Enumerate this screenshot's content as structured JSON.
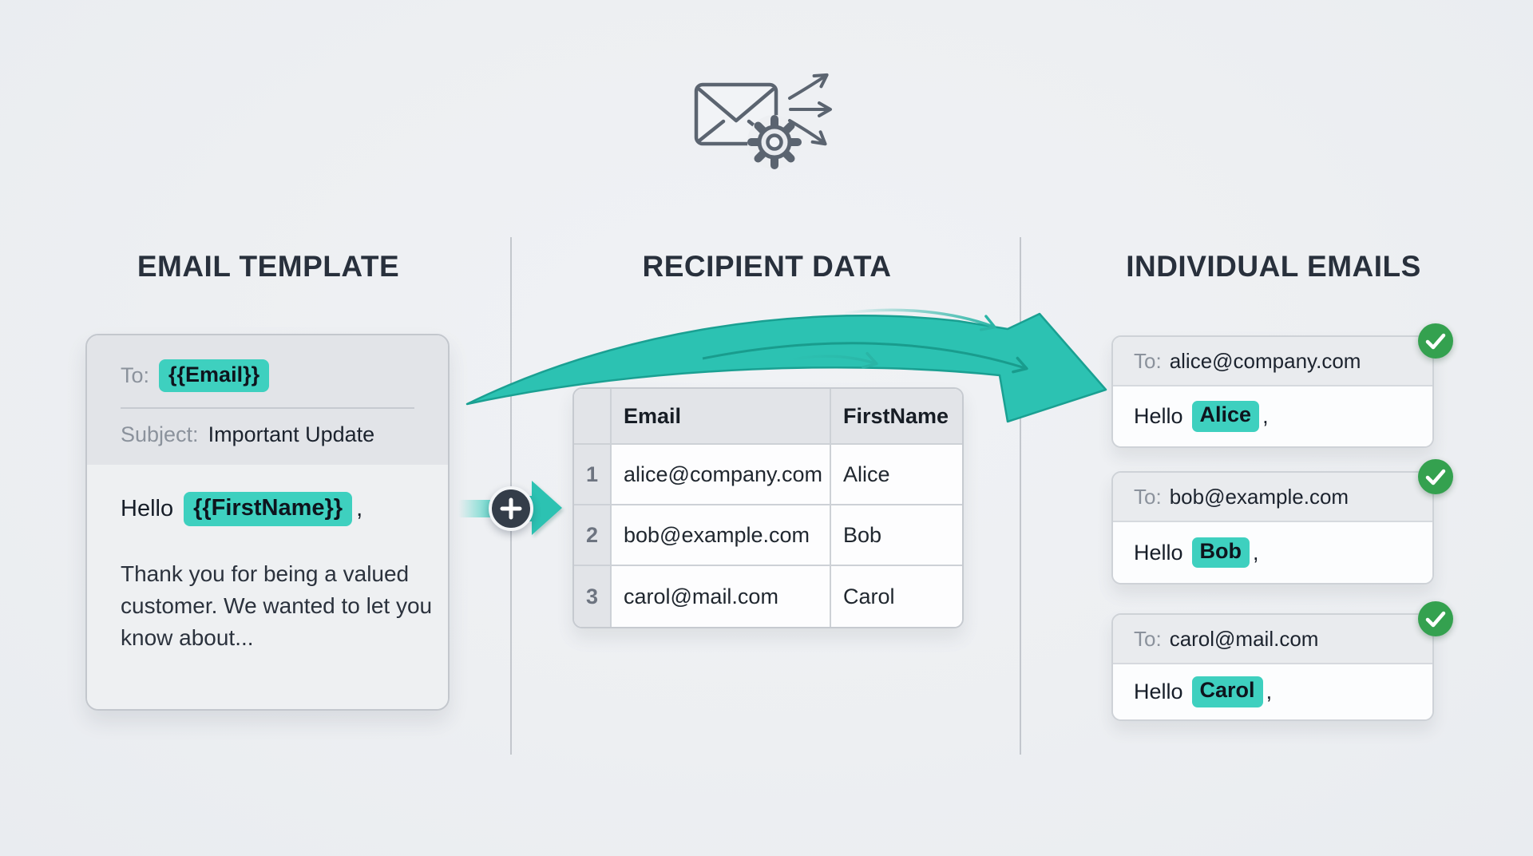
{
  "page": {
    "background": "#edeff2"
  },
  "hero": {
    "icon": "envelope-gear-fanout-icon"
  },
  "columns": {
    "template": {
      "title": "EMAIL TEMPLATE"
    },
    "recipients": {
      "title": "RECIPIENT DATA"
    },
    "individual": {
      "title": "INDIVIDUAL EMAILS"
    }
  },
  "template_card": {
    "to_label": "To:",
    "to_token": "{{Email}}",
    "subject_label": "Subject:",
    "subject_value": "Important Update",
    "greeting_prefix": "Hello",
    "greeting_token": "{{FirstName}}",
    "greeting_suffix": ",",
    "body_text": "Thank you for being a valued customer. We wanted to let you know about..."
  },
  "connector": {
    "plus_icon": "plus-icon",
    "arrow_icon": "merge-arrow-icon"
  },
  "recipient_table": {
    "headers": {
      "email": "Email",
      "first_name": "FirstName"
    },
    "rows": [
      {
        "num": "1",
        "email": "alice@company.com",
        "first_name": "Alice"
      },
      {
        "num": "2",
        "email": "bob@example.com",
        "first_name": "Bob"
      },
      {
        "num": "3",
        "email": "carol@mail.com",
        "first_name": "Carol"
      }
    ]
  },
  "emails": [
    {
      "to_label": "To:",
      "address": "alice@company.com",
      "greeting_prefix": "Hello",
      "name_token": "Alice",
      "greeting_suffix": ",",
      "status_icon": "check-icon"
    },
    {
      "to_label": "To:",
      "address": "bob@example.com",
      "greeting_prefix": "Hello",
      "name_token": "Bob",
      "greeting_suffix": ",",
      "status_icon": "check-icon"
    },
    {
      "to_label": "To:",
      "address": "carol@mail.com",
      "greeting_prefix": "Hello",
      "name_token": "Carol",
      "greeting_suffix": ",",
      "status_icon": "check-icon"
    }
  ],
  "colors": {
    "teal_highlight": "#3ed0bf",
    "teal_arrow": "#2cc2b2",
    "teal_arrow_dark": "#1aa092",
    "green_check": "#34a14f",
    "dark_plus_circle": "#343d49",
    "heading_text": "#28303c",
    "icon_gray": "#5b6470"
  }
}
